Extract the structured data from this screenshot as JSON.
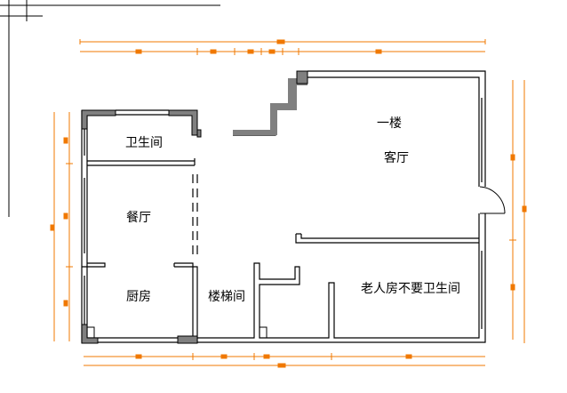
{
  "floor_title": "一楼",
  "rooms": {
    "living_room": "客厅",
    "bathroom": "卫生间",
    "dining_room": "餐厅",
    "kitchen": "厨房",
    "stairwell": "楼梯间",
    "elder_room": "老人房不要卫生间"
  },
  "colors": {
    "wall": "#000000",
    "wall_fill": "#808080",
    "dimension": "#f07800",
    "background": "#ffffff"
  }
}
